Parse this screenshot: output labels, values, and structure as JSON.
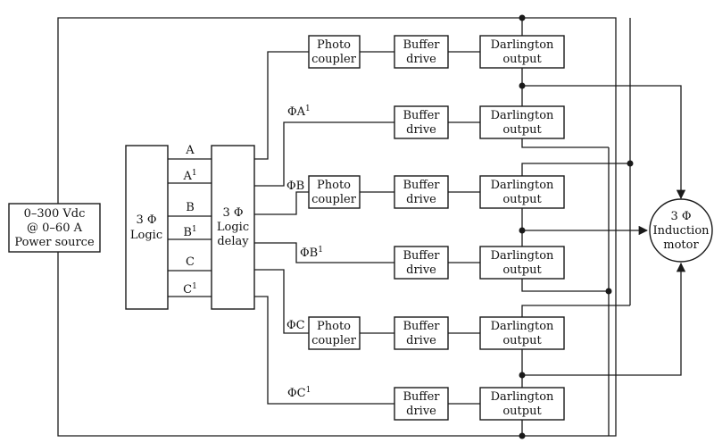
{
  "power_source": {
    "line1": "0–300 Vdc",
    "line2": "@ 0–60 A",
    "line3": "Power source"
  },
  "logic": {
    "line1": "3 Φ",
    "line2": "Logic"
  },
  "logic_delay": {
    "line1": "3 Φ",
    "line2": "Logic",
    "line3": "delay"
  },
  "signals": [
    {
      "base": "A",
      "sup": ""
    },
    {
      "base": "A",
      "sup": "1"
    },
    {
      "base": "B",
      "sup": ""
    },
    {
      "base": "B",
      "sup": "1"
    },
    {
      "base": "C",
      "sup": ""
    },
    {
      "base": "C",
      "sup": "1"
    }
  ],
  "phase_labels": [
    {
      "base": "ΦA",
      "sup": "1"
    },
    {
      "base": "ΦB",
      "sup": ""
    },
    {
      "base": "ΦB",
      "sup": "1"
    },
    {
      "base": "ΦC",
      "sup": ""
    },
    {
      "base": "ΦC",
      "sup": "1"
    }
  ],
  "photo_coupler": {
    "line1": "Photo",
    "line2": "coupler"
  },
  "buffer_drive": {
    "line1": "Buffer",
    "line2": "drive"
  },
  "darlington": {
    "line1": "Darlington",
    "line2": "output"
  },
  "motor": {
    "line1": "3 Φ",
    "line2": "Induction",
    "line3": "motor"
  }
}
